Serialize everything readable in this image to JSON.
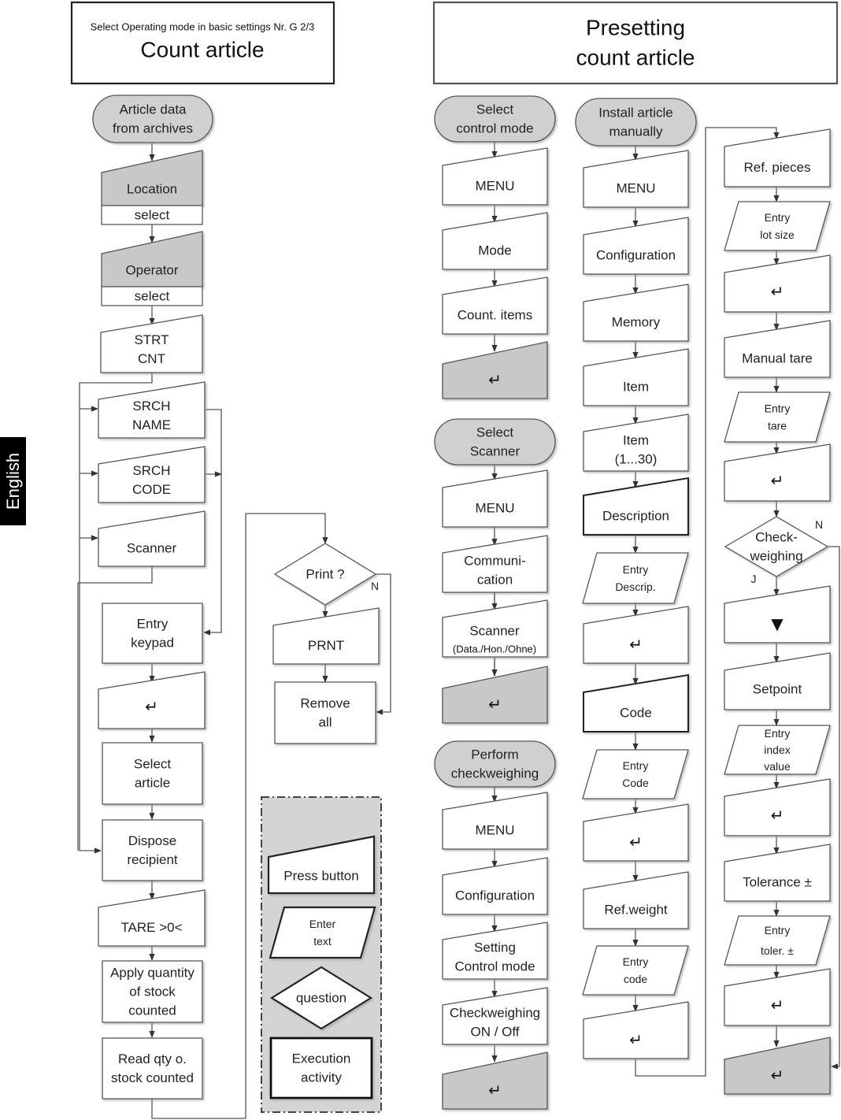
{
  "side_tab": "English",
  "left_header": {
    "line1": "Select Operating mode in basic settings Nr. G 2/3",
    "line2": "Count article"
  },
  "right_header": {
    "line1": "Presetting",
    "line2": "count article"
  },
  "count_article_flow": {
    "start": [
      "Article data",
      "from archives"
    ],
    "location": "Location",
    "location_select": "select",
    "operator": "Operator",
    "operator_select": "select",
    "strt_cnt": [
      "STRT",
      "CNT"
    ],
    "srch_name": [
      "SRCH",
      "NAME"
    ],
    "srch_code": [
      "SRCH",
      "CODE"
    ],
    "scanner": "Scanner",
    "entry_keypad": [
      "Entry",
      "keypad"
    ],
    "enter_key": "↵",
    "select_article": [
      "Select",
      "article"
    ],
    "dispose_recipient": [
      "Dispose",
      "recipient"
    ],
    "tare": "TARE >0<",
    "apply_quantity": [
      "Apply quantity",
      "of stock",
      "counted"
    ],
    "read_qty": [
      "Read qty o.",
      "stock counted"
    ],
    "print_question": "Print ?",
    "print_no": "N",
    "prnt": "PRNT",
    "remove_all": [
      "Remove",
      "all"
    ]
  },
  "legend": {
    "press_button": "Press button",
    "enter_text": [
      "Enter",
      "text"
    ],
    "question": "question",
    "execution_activity": [
      "Execution",
      "activity"
    ]
  },
  "select_control_mode": {
    "start": [
      "Select",
      "control mode"
    ],
    "menu": "MENU",
    "mode": "Mode",
    "count_items": "Count. items",
    "enter_key": "↵"
  },
  "select_scanner": {
    "start": [
      "Select",
      "Scanner"
    ],
    "menu": "MENU",
    "communication": [
      "Communi-",
      "cation"
    ],
    "scanner": "Scanner",
    "scanner_options": "(Data./Hon./Ohne)",
    "enter_key": "↵"
  },
  "perform_checkweighing": {
    "start": [
      "Perform",
      "checkweighing"
    ],
    "menu": "MENU",
    "configuration": "Configuration",
    "setting_control_mode": [
      "Setting",
      "Control mode"
    ],
    "checkweighing_on_off": [
      "Checkweighing",
      "ON / Off"
    ],
    "enter_key": "↵"
  },
  "install_article": {
    "start": [
      "Install article",
      "manually"
    ],
    "menu": "MENU",
    "configuration": "Configuration",
    "memory": "Memory",
    "item": "Item",
    "item_range": [
      "Item",
      "(1...30)"
    ],
    "description": "Description",
    "entry_descrip": [
      "Entry",
      "Descrip."
    ],
    "code": "Code",
    "entry_code": [
      "Entry",
      "Code"
    ],
    "ref_weight": "Ref.weight",
    "entry_code_2": [
      "Entry",
      "code"
    ],
    "enter_key": "↵"
  },
  "presetting_chain": {
    "ref_pieces": "Ref. pieces",
    "entry_lot_size": [
      "Entry",
      "lot size"
    ],
    "manual_tare": "Manual tare",
    "entry_tare": [
      "Entry",
      "tare"
    ],
    "check_weighing": [
      "Check-",
      "weighing"
    ],
    "check_no": "N",
    "check_yes": "J",
    "down_key": "▼",
    "setpoint": "Setpoint",
    "entry_index_value": [
      "Entry",
      "index",
      "value"
    ],
    "tolerance": "Tolerance ±",
    "entry_toler": [
      "Entry",
      "toler. ±"
    ],
    "enter_key": "↵"
  },
  "colors": {
    "box_fill": "#ffffff",
    "shaded_fill": "#c8c8c8",
    "oval_fill": "#d0d0d0",
    "legend_fill": "#d4d4d4",
    "line": "#555555"
  }
}
